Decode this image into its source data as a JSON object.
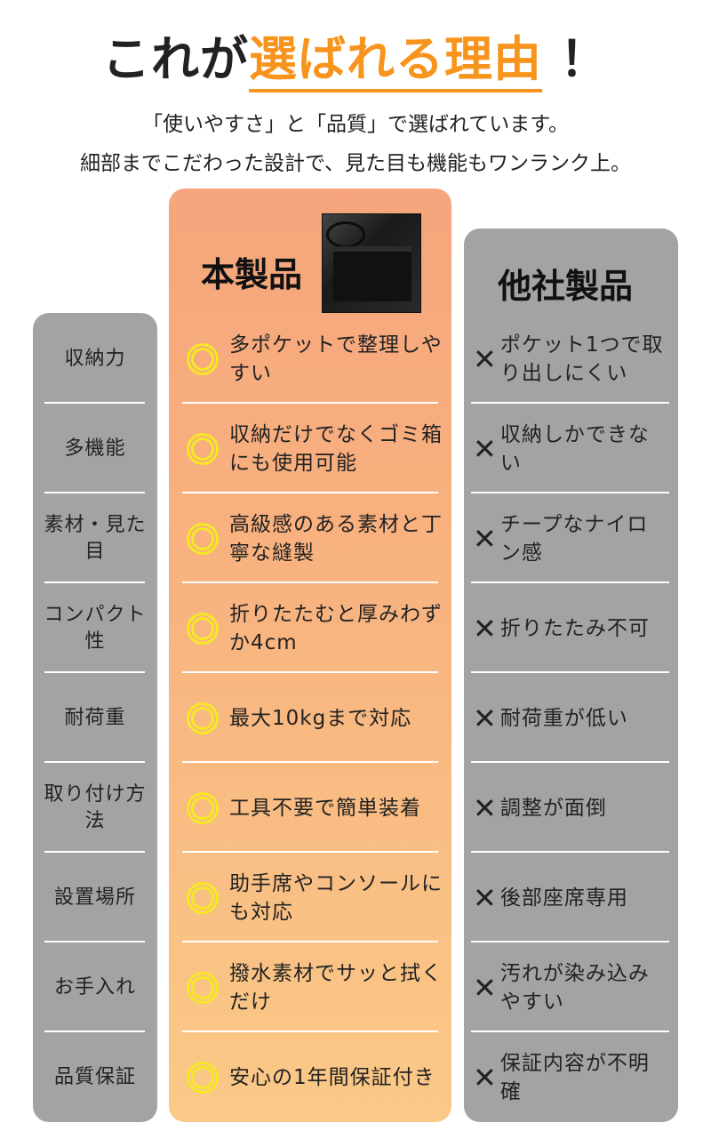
{
  "title": {
    "prefix": "これが",
    "highlight": "選ばれる理由",
    "suffix": "！"
  },
  "subtitle": [
    "「使いやすさ」と「品質」で選ばれています。",
    "細部までこだわった設計で、見た目も機能もワンランク上。"
  ],
  "colors": {
    "accent": "#f7941d",
    "gray": "#a3a3a3",
    "circle": "#f5e825"
  },
  "our_product": {
    "heading": "本製品",
    "items": [
      "多ポケットで整理しやすい",
      "収納だけでなくゴミ箱にも使用可能",
      "高級感のある素材と丁寧な縫製",
      "折りたたむと厚みわずか4cm",
      "最大10kgまで対応",
      "工具不要で簡単装着",
      "助手席やコンソールにも対応",
      "撥水素材でサッと拭くだけ",
      "安心の1年間保証付き"
    ]
  },
  "other_product": {
    "heading": "他社製品",
    "items": [
      "ポケット1つで取り出しにくい",
      "収納しかできない",
      "チープなナイロン感",
      "折りたたみ不可",
      "耐荷重が低い",
      "調整が面倒",
      "後部座席専用",
      "汚れが染み込みやすい",
      "保証内容が不明確"
    ]
  },
  "categories": [
    "収納力",
    "多機能",
    "素材・見た目",
    "コンパクト性",
    "耐荷重",
    "取り付け方法",
    "設置場所",
    "お手入れ",
    "品質保証"
  ]
}
